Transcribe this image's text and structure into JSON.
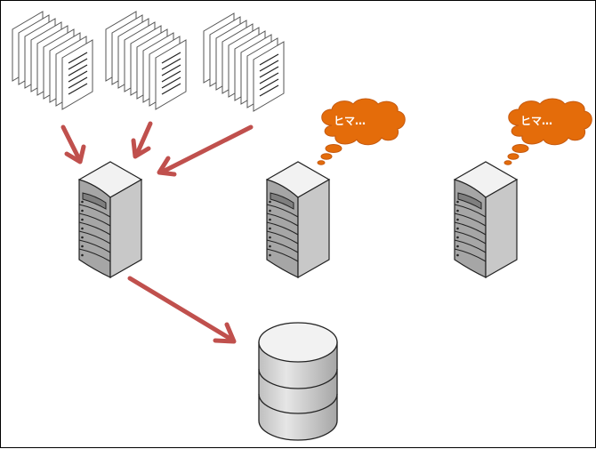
{
  "diagram": {
    "description": "Load imbalance: multiple document batches all sent to a single server which writes to a database, while two other servers sit idle.",
    "document_stacks": [
      {
        "id": "stack-1",
        "label": "documents"
      },
      {
        "id": "stack-2",
        "label": "documents"
      },
      {
        "id": "stack-3",
        "label": "documents"
      }
    ],
    "servers": [
      {
        "id": "server-busy",
        "state": "busy",
        "thought": ""
      },
      {
        "id": "server-idle-1",
        "state": "idle",
        "thought": "ヒマ…"
      },
      {
        "id": "server-idle-2",
        "state": "idle",
        "thought": "ヒマ…"
      }
    ],
    "database": {
      "id": "database",
      "label": "database"
    },
    "arrows": [
      {
        "from": "stack-1",
        "to": "server-busy"
      },
      {
        "from": "stack-2",
        "to": "server-busy"
      },
      {
        "from": "stack-3",
        "to": "server-busy"
      },
      {
        "from": "server-busy",
        "to": "database"
      }
    ],
    "colors": {
      "arrow": "#c0504d",
      "cloud": "#e46c0a",
      "cloud_text": "#ffffff",
      "server_front": "#a6a6a6",
      "server_side": "#c8c8c8",
      "server_top": "#f2f2f2",
      "db_body": "#d9d9d9",
      "db_top": "#f2f2f2"
    }
  }
}
